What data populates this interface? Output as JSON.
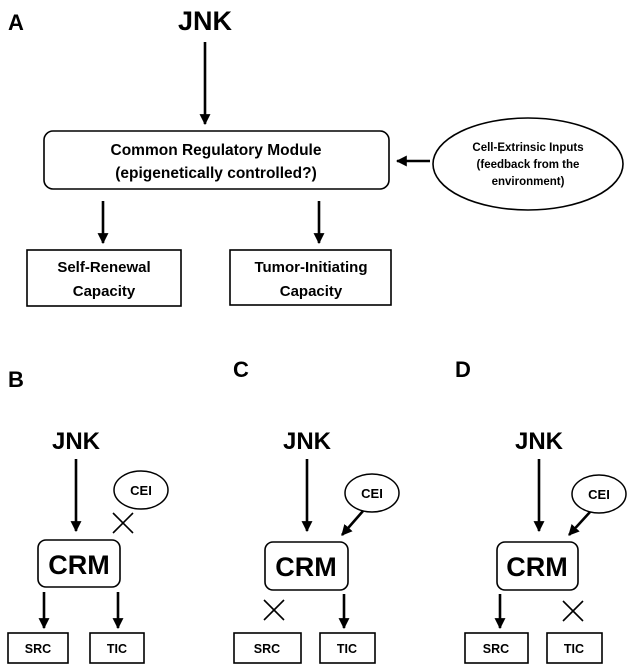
{
  "panel_a": {
    "letter": "A",
    "jnk": "JNK",
    "module_line1": "Common Regulatory Module",
    "module_line2": "(epigenetically controlled?)",
    "inputs_line1": "Cell-Extrinsic Inputs",
    "inputs_line2": "(feedback from the",
    "inputs_line3": "environment)",
    "self_renewal_line1": "Self-Renewal",
    "self_renewal_line2": "Capacity",
    "tumor_line1": "Tumor-Initiating",
    "tumor_line2": "Capacity"
  },
  "panel_b": {
    "letter": "B",
    "jnk": "JNK",
    "cei": "CEI",
    "crm": "CRM",
    "src": "SRC",
    "tic": "TIC"
  },
  "panel_c": {
    "letter": "C",
    "jnk": "JNK",
    "cei": "CEI",
    "crm": "CRM",
    "src": "SRC",
    "tic": "TIC"
  },
  "panel_d": {
    "letter": "D",
    "jnk": "JNK",
    "cei": "CEI",
    "crm": "CRM",
    "src": "SRC",
    "tic": "TIC"
  }
}
